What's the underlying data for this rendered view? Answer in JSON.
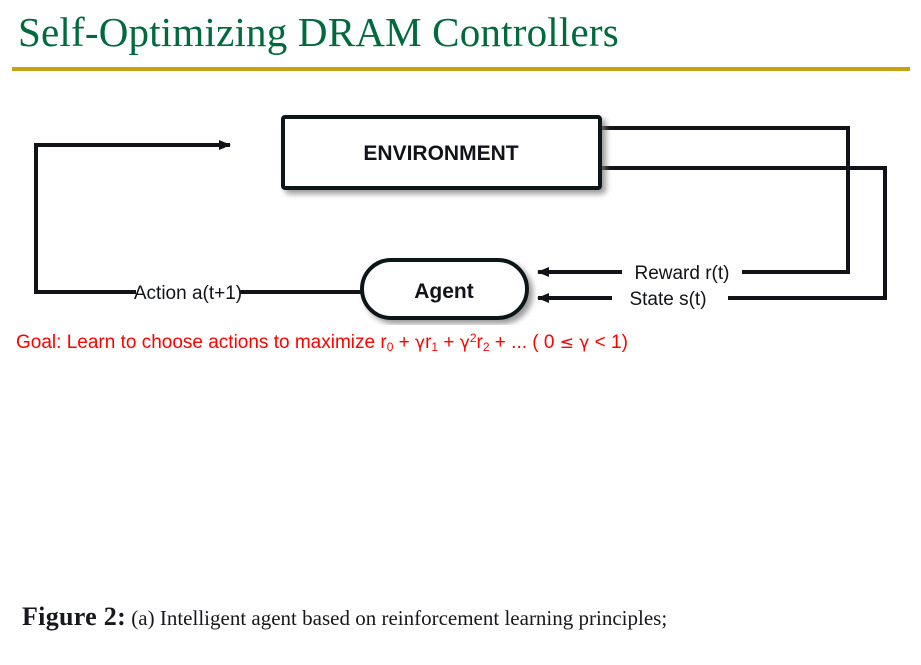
{
  "slide": {
    "title": "Self-Optimizing DRAM Controllers",
    "title_color": "#00693e",
    "rule_color": "#c9a211",
    "background": "#ffffff"
  },
  "diagram": {
    "type": "reinforcement-learning-loop",
    "nodes": [
      {
        "id": "environment",
        "label": "ENVIRONMENT",
        "shape": "rectangle"
      },
      {
        "id": "agent",
        "label": "Agent",
        "shape": "rounded-rectangle"
      }
    ],
    "edges": [
      {
        "id": "action",
        "label": "Action a(t+1)",
        "from": "agent",
        "to": "environment"
      },
      {
        "id": "reward",
        "label": "Reward r(t)",
        "from": "environment",
        "to": "agent"
      },
      {
        "id": "state",
        "label": "State s(t)",
        "from": "environment",
        "to": "agent"
      }
    ],
    "line_color": "#111318"
  },
  "goal": {
    "prefix": "Goal: Learn to choose actions to maximize ",
    "term1": "r",
    "term1_sub": "0",
    "plus": " + ",
    "gamma": "γ",
    "term2": "r",
    "term2_sub": "1",
    "gamma2_sup": "2",
    "term3": "r",
    "term3_sub": "2",
    "ellipsis": " + ... ( 0 ",
    "leq": "≤",
    "range_tail": " < 1)",
    "color": "#ff0000",
    "full_text": "Goal: Learn to choose actions to maximize r0 + γr1 + γ2r2 + ... ( 0 ≤ γ < 1)"
  },
  "caption": {
    "head": "Figure 2:",
    "body": " (a) Intelligent agent based on reinforcement learning principles;"
  }
}
